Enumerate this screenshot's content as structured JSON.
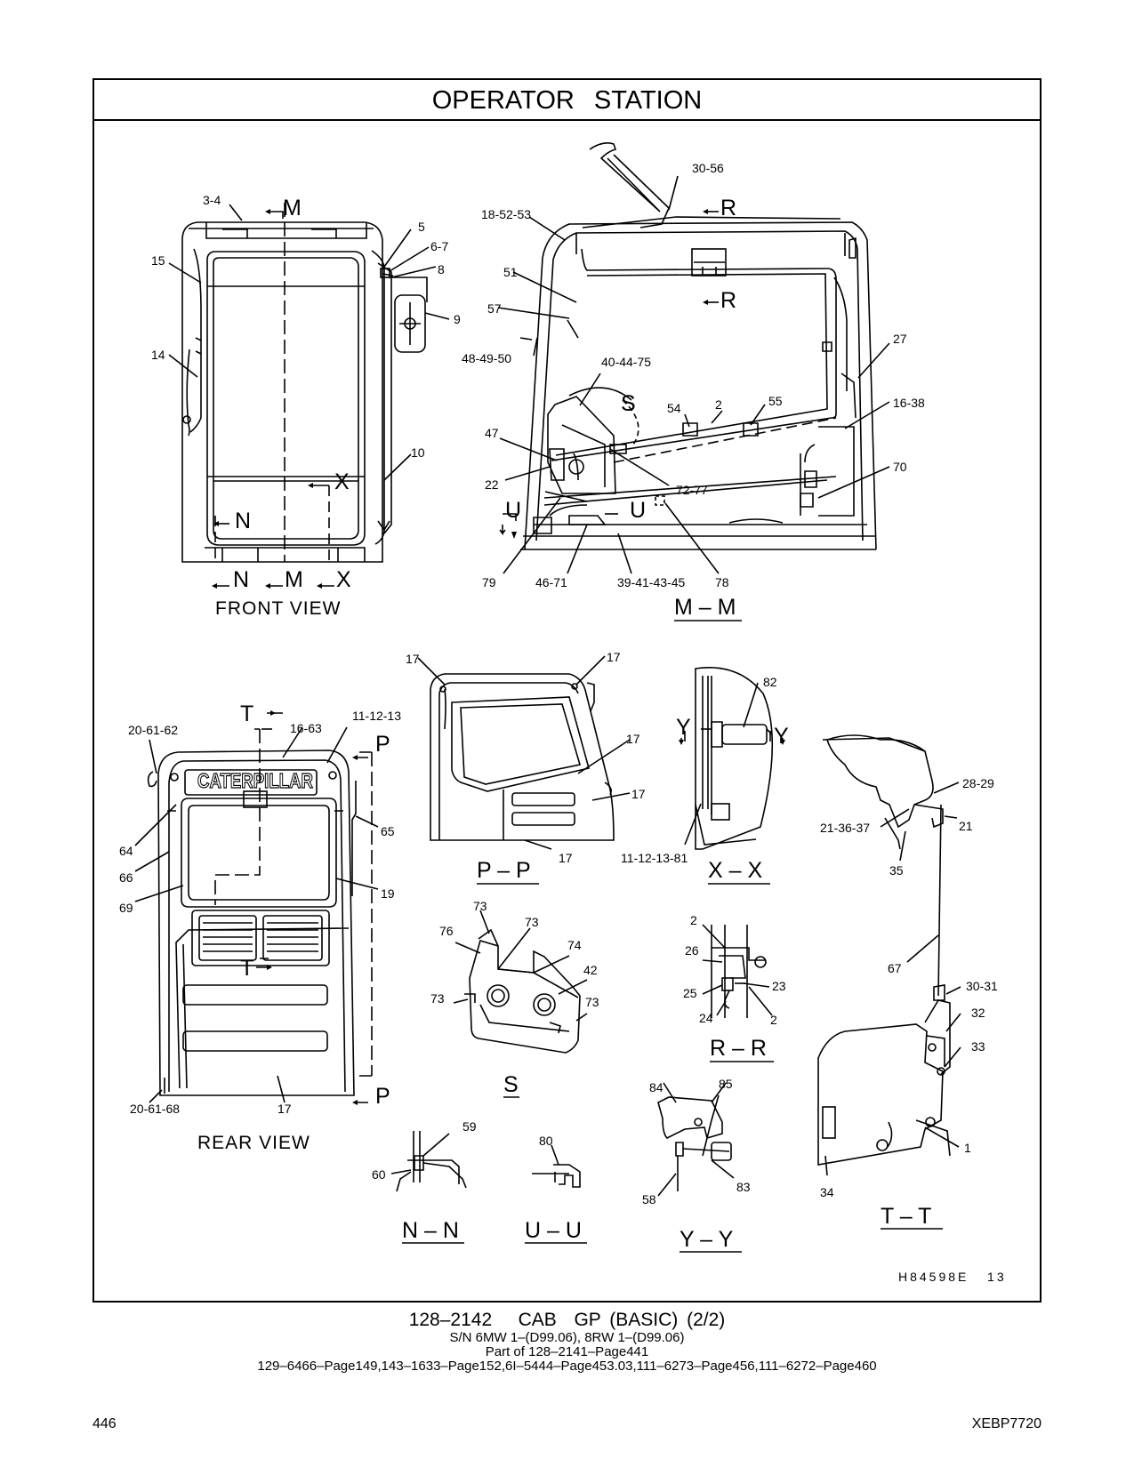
{
  "title": "OPERATOR   STATION",
  "views": {
    "front": "FRONT  VIEW",
    "rear": "REAR  VIEW",
    "mm": "M – M",
    "pp": "P – P",
    "xx": "X – X",
    "ss": "S",
    "rr": "R – R",
    "nn": "N – N",
    "uu": "U – U",
    "yy": "Y – Y",
    "tt": "T – T"
  },
  "section_letters": {
    "M": "M",
    "N": "N",
    "X": "X",
    "R": "R",
    "S": "S",
    "U": "U",
    "T": "T",
    "P": "P",
    "Y": "Y"
  },
  "callouts": {
    "c3_4": "3-4",
    "c5": "5",
    "c6_7": "6-7",
    "c8": "8",
    "c9": "9",
    "c15": "15",
    "c14": "14",
    "c10": "10",
    "c30_56": "30-56",
    "c18_52_53": "18-52-53",
    "c51": "51",
    "c57": "57",
    "c48_49_50": "48-49-50",
    "c40_44_75": "40-44-75",
    "c27": "27",
    "c54": "54",
    "c2": "2",
    "c55": "55",
    "c16_38": "16-38",
    "c47": "47",
    "c70": "70",
    "c22": "22",
    "c72_77": "72-77",
    "c79": "79",
    "c46_71": "46-71",
    "c39_41_43_45": "39-41-43-45",
    "c78": "78",
    "c17": "17",
    "c82": "82",
    "c20_61_62": "20-61-62",
    "c11_12_13": "11-12-13",
    "c16_63": "16-63",
    "c65": "65",
    "c64": "64",
    "c66": "66",
    "c69": "69",
    "c19": "19",
    "c20_61_68": "20-61-68",
    "c11_12_13_81": "11-12-13-81",
    "c28_29": "28-29",
    "c21_36_37": "21-36-37",
    "c21": "21",
    "c35": "35",
    "c73": "73",
    "c76": "76",
    "c74": "74",
    "c42": "42",
    "c26": "26",
    "c23": "23",
    "c25": "25",
    "c24": "24",
    "c67": "67",
    "c30_31": "30-31",
    "c32": "32",
    "c33": "33",
    "c59": "59",
    "c60": "60",
    "c80": "80",
    "c84": "84",
    "c85": "85",
    "c83": "83",
    "c58": "58",
    "c1": "1",
    "c34": "34"
  },
  "logo_text": "CATERPILLAR",
  "drawing_number": "H84598E   13",
  "caption": {
    "title": "128–2142   CAB  GP (BASIC) (2/2)",
    "serials": "S/N 6MW 1–(D99.06), 8RW 1–(D99.06)",
    "part_of": "Part of 128–2141–Page441",
    "refs": "129–6466–Page149,143–1633–Page152,6I–5444–Page453.03,111–6273–Page456,111–6272–Page460"
  },
  "page_number": "446",
  "document_number": "XEBP7720"
}
